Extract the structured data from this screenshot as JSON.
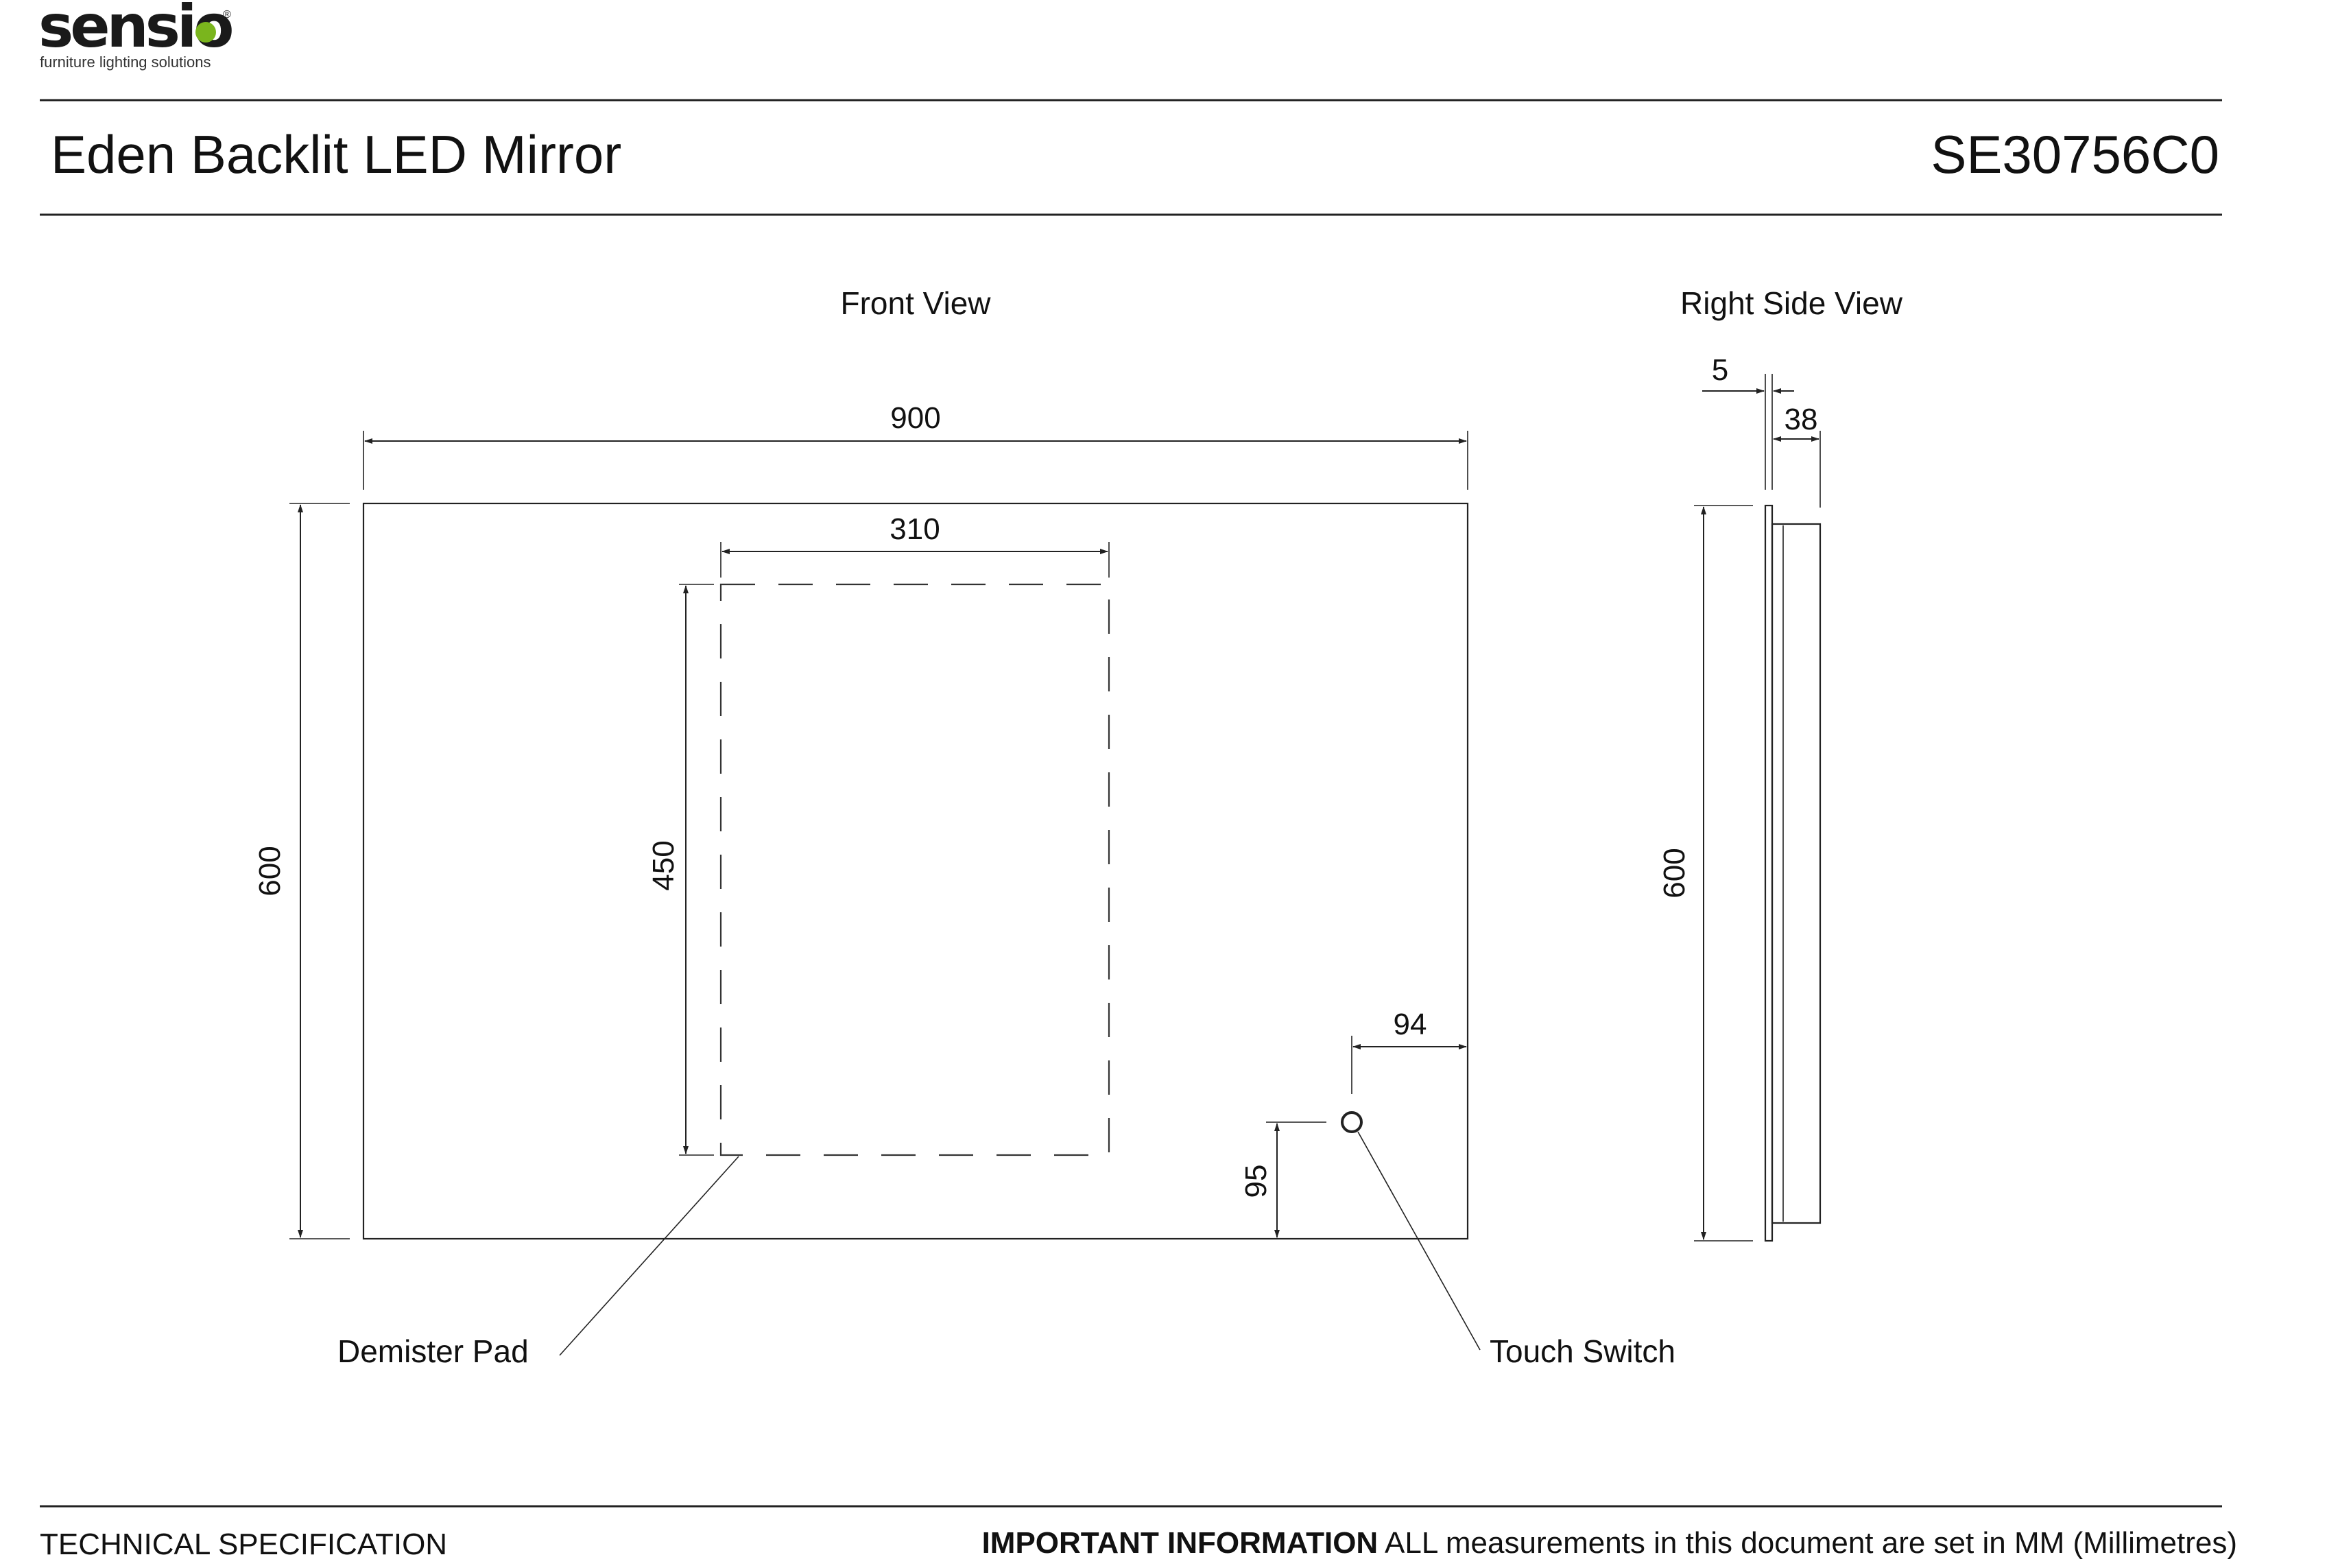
{
  "brand": {
    "name": "sensio",
    "registered_mark": "®",
    "tagline": "furniture lighting solutions",
    "accent_color": "#7ab51d"
  },
  "header": {
    "product_title": "Eden Backlit LED Mirror",
    "product_code": "SE30756C0"
  },
  "front_view": {
    "title": "Front View",
    "width_label": "900",
    "height_label": "600",
    "pad_width_label": "310",
    "pad_height_label": "450",
    "switch_offset_x_label": "94",
    "switch_offset_y_label": "95",
    "demister_label": "Demister Pad",
    "switch_label": "Touch Switch"
  },
  "side_view": {
    "title": "Right Side View",
    "glass_label": "5",
    "depth_label": "38",
    "height_label": "600"
  },
  "footer": {
    "left": "TECHNICAL SPECIFICATION",
    "info_bold": "IMPORTANT INFORMATION",
    "info_text": " ALL measurements in this document are set in MM (Millimetres)"
  }
}
